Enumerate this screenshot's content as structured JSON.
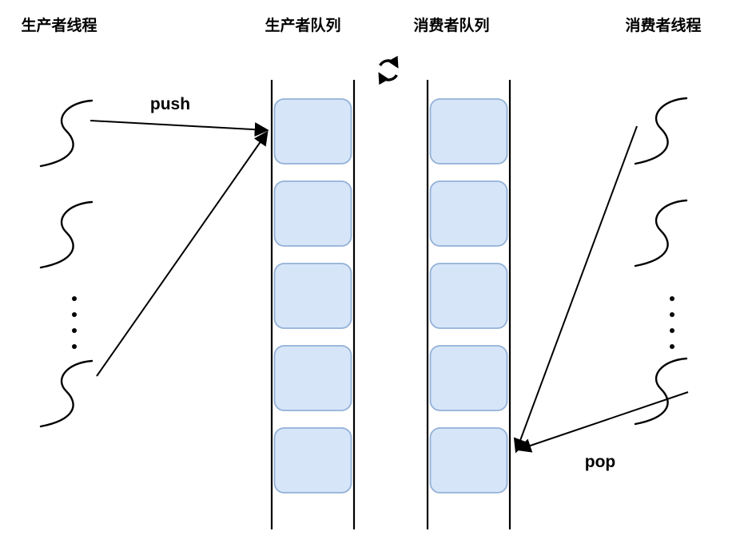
{
  "page": {
    "background": "#ffffff"
  },
  "headers": {
    "producer_threads": "生产者线程",
    "producer_queue": "生产者队列",
    "consumer_queue": "消费者队列",
    "consumer_threads": "消费者线程"
  },
  "labels": {
    "push": "push",
    "pop": "pop"
  },
  "icons": {
    "swap": "swap-cycle-icon"
  },
  "queues": {
    "slot_count": 5,
    "colors": {
      "fill": "#d7e5f9",
      "border": "#93b1d7"
    }
  },
  "threads": {
    "left_count": 3,
    "right_count": 3
  },
  "colors": {
    "line": "#000000"
  }
}
